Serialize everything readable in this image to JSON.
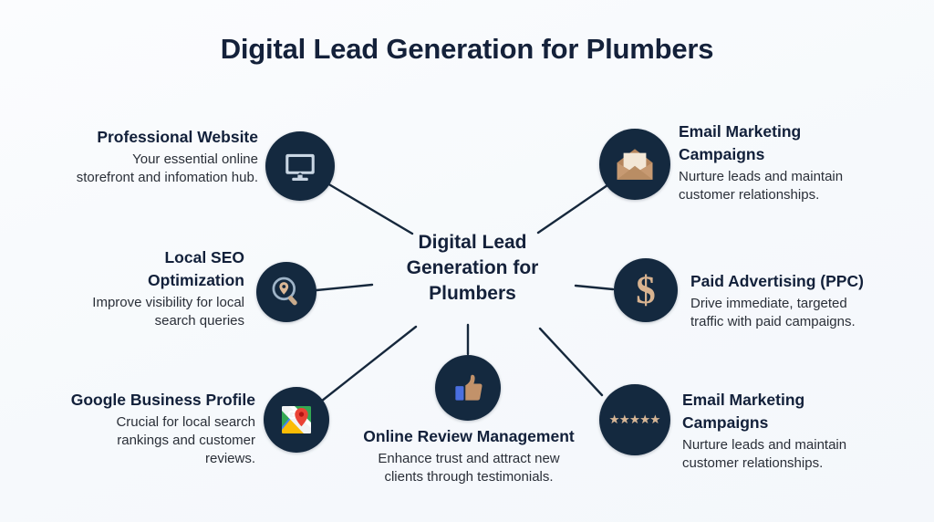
{
  "page": {
    "title": "Digital Lead Generation for Plumbers",
    "background_color": "#f8fafd",
    "accent_navy": "#14293f",
    "text_color": "#14213a",
    "line_color": "#16283c"
  },
  "hub": {
    "label": "Digital Lead Generation for Plumbers",
    "line1": "Digital Lead",
    "line2": "Generation for",
    "line3": "Plumbers"
  },
  "nodes": [
    {
      "id": "professional-website",
      "title": "Professional Website",
      "desc": "Your essential online storefront and infomation hub.",
      "desc_line1": "Your essential online",
      "desc_line2": "storefront and infomation hub.",
      "icon": "monitor-icon",
      "icon_color": "#c9d6e3",
      "align": "right"
    },
    {
      "id": "email-marketing-campaigns-top",
      "title": "Email Marketing Campaigns",
      "title_line1": "Email Marketing",
      "title_line2": "Campaigns",
      "desc": "Nurture leads and maintain customer relationships.",
      "desc_line1": "Nurture leads and maintain",
      "desc_line2": "customer relationships.",
      "icon": "envelope-icon",
      "icon_color": "#c79a72",
      "align": "left"
    },
    {
      "id": "local-seo-optimization",
      "title": "Local SEO Optimization",
      "title_line1": "Local SEO",
      "title_line2": "Optimization",
      "desc": "Improve visibility for local search queries",
      "desc_line1": "Improve visibility for local",
      "desc_line2": "search queries",
      "icon": "magnifier-pin-icon",
      "icon_color": "#9fb4c8",
      "align": "right"
    },
    {
      "id": "paid-advertising-ppc",
      "title": "Paid Advertising (PPC)",
      "desc": "Drive immediate, targeted traffic with paid campaigns.",
      "desc_line1": "Drive immediate, targeted",
      "desc_line2": "traffic with paid campaigns.",
      "icon": "dollar-sign-icon",
      "icon_color": "#d8b390",
      "align": "left"
    },
    {
      "id": "google-business-profile",
      "title": "Google Business Profile",
      "desc": "Crucial for local search rankings and customer reviews.",
      "desc_line1": "Crucial for local search",
      "desc_line2": "rankings and customer",
      "desc_line3": "reviews.",
      "icon": "google-maps-icon",
      "icon_color": "#34a853",
      "align": "right"
    },
    {
      "id": "online-review-management",
      "title": "Online Review Management",
      "desc": "Enhance trust and attract new clients through testimonials.",
      "desc_line1": "Enhance trust and attract new",
      "desc_line2": "clients through testimonials.",
      "icon": "thumbs-up-icon",
      "icon_color": "#c2926a",
      "align": "center"
    },
    {
      "id": "email-marketing-campaigns-bottom",
      "title": "Email Marketing Campaigns",
      "title_line1": "Email Marketing",
      "title_line2": "Campaigns",
      "desc": "Nurture leads and maintain customer relationships.",
      "desc_line1": "Nurture leads and maintain",
      "desc_line2": "customer relationships.",
      "icon": "five-stars-icon",
      "icon_color": "#d6b595",
      "align": "left"
    }
  ]
}
